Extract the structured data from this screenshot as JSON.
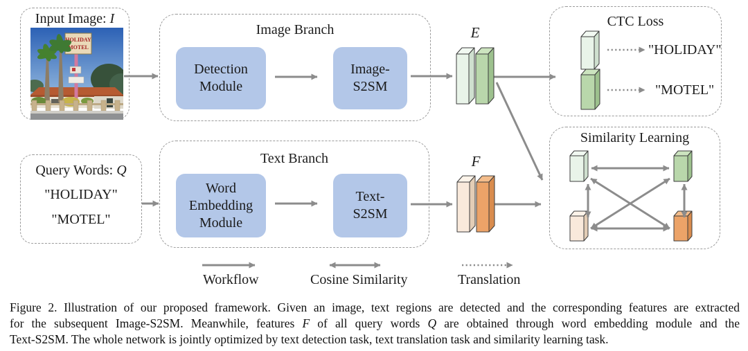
{
  "palette": {
    "module_box": "#b3c7e8",
    "bar_green_light": "#e9f4e9",
    "bar_green_dark": "#b9d7ab",
    "bar_orange_light": "#f9e9db",
    "bar_orange_dark": "#eca368",
    "arrow_gray": "#8c8c8c",
    "box_border": "#9a9a9a"
  },
  "figure": {
    "input_image": {
      "title": "Input Image: ",
      "title_var": "I",
      "sign_top": "HOLIDAY",
      "sign_bottom": "MOTEL"
    },
    "image_branch": {
      "title": "Image Branch",
      "detection_module": "Detection Module",
      "image_s2sm": "Image-S2SM"
    },
    "e_label": "E",
    "ctc": {
      "title": "CTC Loss",
      "word_top": "\"HOLIDAY\"",
      "word_bottom": "\"MOTEL\""
    },
    "query_words": {
      "title": "Query Words: ",
      "title_var": "Q",
      "word1": "\"HOLIDAY\"",
      "word2": "\"MOTEL\""
    },
    "text_branch": {
      "title": "Text Branch",
      "word_embedding_module": "Word Embedding Module",
      "text_s2sm": "Text-S2SM"
    },
    "f_label": "F",
    "similarity": {
      "title": "Similarity Learning"
    },
    "legend": {
      "workflow": "Workflow",
      "cosine": "Cosine Similarity",
      "translation": "Translation"
    }
  },
  "caption": {
    "line1": "Figure 2. Illustration of our proposed framework. Given an image, text regions are detected and the corresponding features are extracted",
    "line2_parts": {
      "a": "for the subsequent Image-S2SM. Meanwhile, features ",
      "b": "F",
      "c": " of all query words ",
      "d": "Q",
      "e": " are obtained through word embedding module and the"
    },
    "line3": "Text-S2SM. The whole network is jointly optimized by text detection task, text translation task and similarity learning task."
  }
}
